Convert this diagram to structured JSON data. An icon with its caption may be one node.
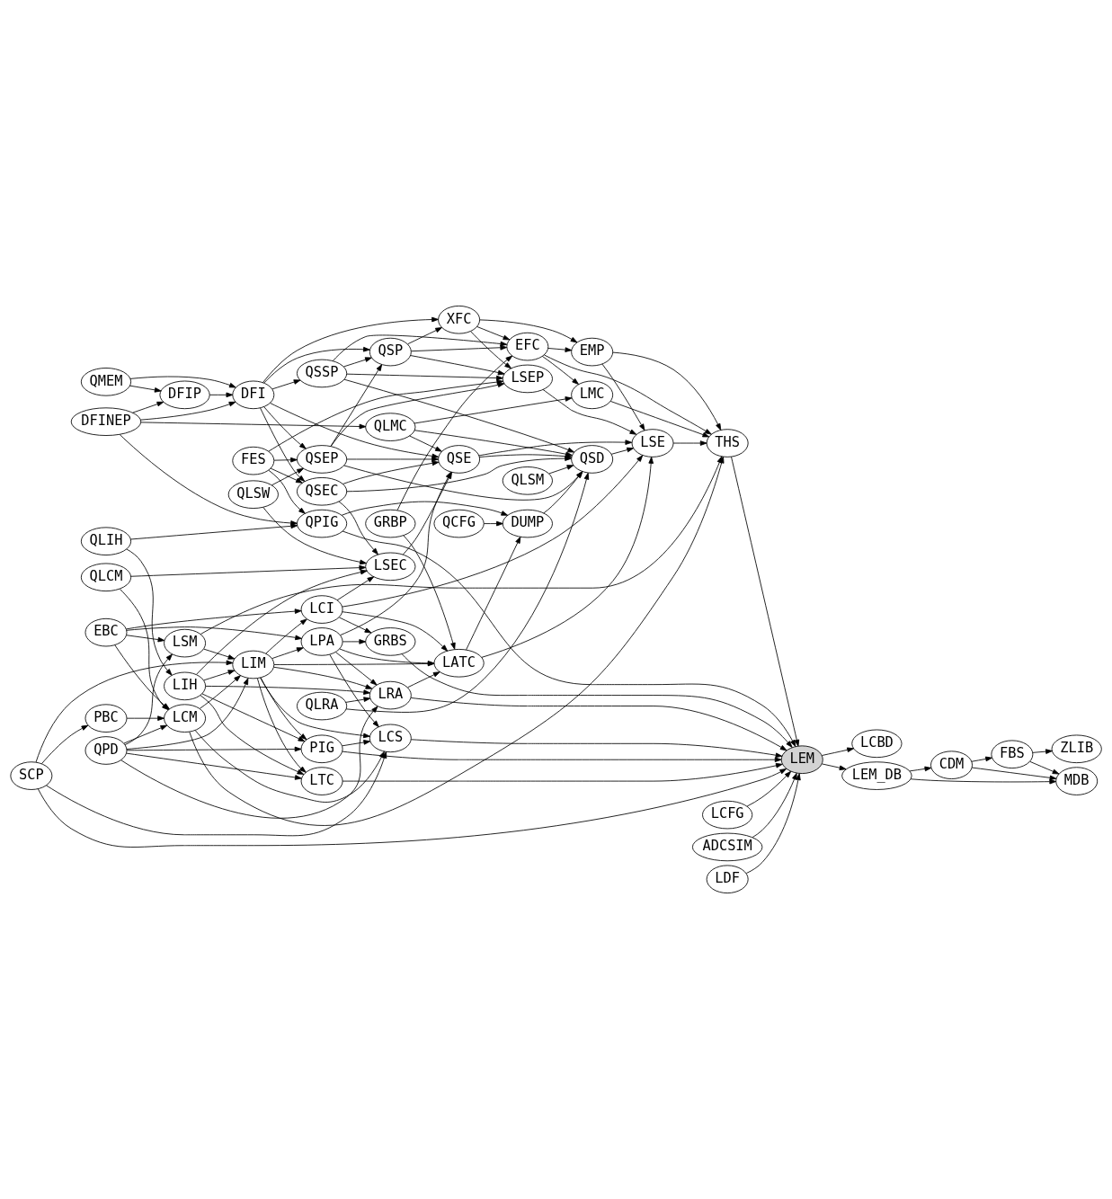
{
  "diagram": {
    "nodes": [
      {
        "text": [
          "SCP"
        ]
      },
      {
        "text": [
          "EBC"
        ]
      },
      {
        "text": [
          "PBC"
        ]
      },
      {
        "text": [
          "QPD"
        ]
      },
      {
        "text": [
          "QLCM"
        ]
      },
      {
        "text": [
          "QLIH"
        ]
      },
      {
        "text": [
          "LSM"
        ]
      },
      {
        "text": [
          "LCM"
        ]
      },
      {
        "text": [
          "LIH"
        ]
      },
      {
        "text": [
          "QLRA"
        ]
      },
      {
        "text": [
          "PIG"
        ]
      },
      {
        "text": [
          "LIM"
        ]
      },
      {
        "text": [
          "LTC"
        ]
      },
      {
        "text": [
          "LRA"
        ]
      },
      {
        "text": [
          "LPA"
        ]
      },
      {
        "text": [
          "LCI"
        ]
      },
      {
        "text": [
          "LCS"
        ]
      },
      {
        "text": [
          "LATC"
        ]
      },
      {
        "text": [
          "GRBS"
        ]
      },
      {
        "text": [
          "QLSM"
        ]
      },
      {
        "text": [
          "QCFG"
        ]
      },
      {
        "text": [
          "QPIG"
        ]
      },
      {
        "text": [
          "DUMP"
        ]
      },
      {
        "text": [
          "LCFG"
        ]
      },
      {
        "text": [
          "ADCSIM"
        ]
      },
      {
        "text": [
          "QSD"
        ]
      },
      {
        "text": [
          "LSE"
        ]
      },
      {
        "text": [
          "THS"
        ]
      },
      {
        "text": [
          "LDF"
        ]
      },
      {
        "text": [
          "LEM"
        ]
      },
      {
        "text": [
          "LCBD"
        ]
      },
      {
        "text": [
          "LEM_DB"
        ]
      },
      {
        "text": [
          "CDM"
        ]
      },
      {
        "text": [
          "FBS"
        ]
      },
      {
        "text": [
          "ZLIB"
        ]
      },
      {
        "text": [
          "MDB"
        ]
      },
      {
        "text": [
          "QLSW"
        ]
      },
      {
        "text": [
          "FES"
        ]
      },
      {
        "text": [
          "LSEC"
        ]
      },
      {
        "text": [
          "QSEC"
        ]
      },
      {
        "text": [
          "QSEP"
        ]
      },
      {
        "text": [
          "GRBP"
        ]
      },
      {
        "text": [
          "QSE"
        ]
      },
      {
        "text": [
          "LSEP"
        ]
      },
      {
        "text": [
          "DFINEP"
        ]
      },
      {
        "text": [
          "QMEM"
        ]
      },
      {
        "text": [
          "DFIP"
        ]
      },
      {
        "text": [
          "DFI"
        ]
      },
      {
        "text": [
          "QSSP"
        ]
      },
      {
        "text": [
          "QLMC"
        ]
      },
      {
        "text": [
          "QSP"
        ]
      },
      {
        "text": [
          "XFC"
        ]
      },
      {
        "text": [
          "EFC"
        ]
      },
      {
        "text": [
          "EMP"
        ]
      },
      {
        "text": [
          "LMC"
        ]
      }
    ],
    "edges": [
      {
        "from": 0,
        "to": 2,
        "arrow": "to"
      },
      {
        "from": 0,
        "to": 11,
        "arrow": "to"
      },
      {
        "from": 0,
        "to": 16,
        "arrow": "to"
      },
      {
        "from": 0,
        "to": 29,
        "arrow": "to"
      },
      {
        "from": 1,
        "to": 7,
        "arrow": "to"
      },
      {
        "from": 1,
        "to": 6,
        "arrow": "to"
      },
      {
        "from": 1,
        "to": 15,
        "arrow": "to"
      },
      {
        "from": 1,
        "to": 14,
        "arrow": "to"
      },
      {
        "from": 2,
        "to": 7,
        "arrow": "to"
      },
      {
        "from": 3,
        "to": 7,
        "arrow": "to"
      },
      {
        "from": 3,
        "to": 6,
        "arrow": "to"
      },
      {
        "from": 3,
        "to": 10,
        "arrow": "to"
      },
      {
        "from": 3,
        "to": 11,
        "arrow": "to"
      },
      {
        "from": 3,
        "to": 13,
        "arrow": "to"
      },
      {
        "from": 3,
        "to": 12,
        "arrow": "to"
      },
      {
        "from": 4,
        "to": 7,
        "arrow": "to"
      },
      {
        "from": 4,
        "to": 38,
        "arrow": "to"
      },
      {
        "from": 5,
        "to": 8,
        "arrow": "to"
      },
      {
        "from": 5,
        "to": 21,
        "arrow": "to"
      },
      {
        "from": 6,
        "to": 11,
        "arrow": "to"
      },
      {
        "from": 6,
        "to": 27,
        "arrow": "to"
      },
      {
        "from": 7,
        "to": 11,
        "arrow": "to"
      },
      {
        "from": 7,
        "to": 16,
        "arrow": "to"
      },
      {
        "from": 7,
        "to": 27,
        "arrow": "to"
      },
      {
        "from": 8,
        "to": 11,
        "arrow": "to"
      },
      {
        "from": 8,
        "to": 10,
        "arrow": "to"
      },
      {
        "from": 8,
        "to": 13,
        "arrow": "to"
      },
      {
        "from": 8,
        "to": 12,
        "arrow": "to"
      },
      {
        "from": 8,
        "to": 38,
        "arrow": "to"
      },
      {
        "from": 9,
        "to": 13,
        "arrow": "to"
      },
      {
        "from": 9,
        "to": 25,
        "arrow": "to"
      },
      {
        "from": 10,
        "to": 16,
        "arrow": "to"
      },
      {
        "from": 10,
        "to": 29,
        "arrow": "to"
      },
      {
        "from": 11,
        "to": 12,
        "arrow": "to"
      },
      {
        "from": 11,
        "to": 10,
        "arrow": "to"
      },
      {
        "from": 11,
        "to": 16,
        "arrow": "to"
      },
      {
        "from": 11,
        "to": 13,
        "arrow": "to"
      },
      {
        "from": 11,
        "to": 14,
        "arrow": "to"
      },
      {
        "from": 11,
        "to": 15,
        "arrow": "to"
      },
      {
        "from": 11,
        "to": 17,
        "arrow": "to"
      },
      {
        "from": 12,
        "to": 29,
        "arrow": "to"
      },
      {
        "from": 13,
        "to": 17,
        "arrow": "to"
      },
      {
        "from": 13,
        "to": 29,
        "arrow": "to"
      },
      {
        "from": 14,
        "to": 13,
        "arrow": "to"
      },
      {
        "from": 14,
        "to": 17,
        "arrow": "to"
      },
      {
        "from": 14,
        "to": 18,
        "arrow": "to"
      },
      {
        "from": 14,
        "to": 16,
        "arrow": "to"
      },
      {
        "from": 14,
        "to": 42,
        "arrow": "to"
      },
      {
        "from": 15,
        "to": 17,
        "arrow": "to"
      },
      {
        "from": 15,
        "to": 18,
        "arrow": "to"
      },
      {
        "from": 15,
        "to": 26,
        "arrow": "to"
      },
      {
        "from": 15,
        "to": 38,
        "arrow": "to"
      },
      {
        "from": 16,
        "to": 29,
        "arrow": "to"
      },
      {
        "from": 17,
        "to": 22,
        "arrow": "to"
      },
      {
        "from": 17,
        "to": 26,
        "arrow": "to"
      },
      {
        "from": 18,
        "to": 29,
        "arrow": "to"
      },
      {
        "from": 19,
        "to": 25,
        "arrow": "to"
      },
      {
        "from": 20,
        "to": 22,
        "arrow": "to"
      },
      {
        "from": 21,
        "to": 22,
        "arrow": "to"
      },
      {
        "from": 21,
        "to": 29,
        "arrow": "to"
      },
      {
        "from": 22,
        "to": 25,
        "arrow": "to"
      },
      {
        "from": 23,
        "to": 29,
        "arrow": "to"
      },
      {
        "from": 24,
        "to": 29,
        "arrow": "to"
      },
      {
        "from": 25,
        "to": 26,
        "arrow": "to"
      },
      {
        "from": 26,
        "to": 27,
        "arrow": "to"
      },
      {
        "from": 27,
        "to": 29,
        "arrow": "to"
      },
      {
        "from": 28,
        "to": 29,
        "arrow": "to"
      },
      {
        "from": 29,
        "to": 30,
        "arrow": "to"
      },
      {
        "from": 29,
        "to": 31,
        "arrow": "to"
      },
      {
        "from": 31,
        "to": 32,
        "arrow": "to"
      },
      {
        "from": 31,
        "to": 35,
        "arrow": "to"
      },
      {
        "from": 32,
        "to": 33,
        "arrow": "to"
      },
      {
        "from": 32,
        "to": 35,
        "arrow": "to"
      },
      {
        "from": 33,
        "to": 34,
        "arrow": "to"
      },
      {
        "from": 33,
        "to": 35,
        "arrow": "to"
      },
      {
        "from": 36,
        "to": 38,
        "arrow": "to"
      },
      {
        "from": 36,
        "to": 40,
        "arrow": "to"
      },
      {
        "from": 37,
        "to": 39,
        "arrow": "to"
      },
      {
        "from": 37,
        "to": 40,
        "arrow": "to"
      },
      {
        "from": 37,
        "to": 21,
        "arrow": "to"
      },
      {
        "from": 37,
        "to": 43,
        "arrow": "to"
      },
      {
        "from": 39,
        "to": 38,
        "arrow": "to"
      },
      {
        "from": 39,
        "to": 42,
        "arrow": "to"
      },
      {
        "from": 39,
        "to": 25,
        "arrow": "to"
      },
      {
        "from": 40,
        "to": 42,
        "arrow": "to"
      },
      {
        "from": 40,
        "to": 25,
        "arrow": "to"
      },
      {
        "from": 40,
        "to": 50,
        "arrow": "to"
      },
      {
        "from": 40,
        "to": 43,
        "arrow": "to"
      },
      {
        "from": 41,
        "to": 52,
        "arrow": "to"
      },
      {
        "from": 41,
        "to": 17,
        "arrow": "to"
      },
      {
        "from": 38,
        "to": 42,
        "arrow": "to"
      },
      {
        "from": 42,
        "to": 25,
        "arrow": "to"
      },
      {
        "from": 42,
        "to": 26,
        "arrow": "to"
      },
      {
        "from": 43,
        "to": 26,
        "arrow": "to"
      },
      {
        "from": 44,
        "to": 46,
        "arrow": "to"
      },
      {
        "from": 44,
        "to": 47,
        "arrow": "to"
      },
      {
        "from": 44,
        "to": 49,
        "arrow": "to"
      },
      {
        "from": 44,
        "to": 21,
        "arrow": "to"
      },
      {
        "from": 45,
        "to": 46,
        "arrow": "to"
      },
      {
        "from": 45,
        "to": 47,
        "arrow": "to"
      },
      {
        "from": 46,
        "to": 47,
        "arrow": "to"
      },
      {
        "from": 47,
        "to": 48,
        "arrow": "to"
      },
      {
        "from": 47,
        "to": 40,
        "arrow": "to"
      },
      {
        "from": 47,
        "to": 39,
        "arrow": "to"
      },
      {
        "from": 47,
        "to": 42,
        "arrow": "to"
      },
      {
        "from": 47,
        "to": 50,
        "arrow": "to"
      },
      {
        "from": 47,
        "to": 51,
        "arrow": "to"
      },
      {
        "from": 48,
        "to": 50,
        "arrow": "to"
      },
      {
        "from": 48,
        "to": 43,
        "arrow": "to"
      },
      {
        "from": 48,
        "to": 52,
        "arrow": "to"
      },
      {
        "from": 48,
        "to": 25,
        "arrow": "to"
      },
      {
        "from": 49,
        "to": 42,
        "arrow": "to"
      },
      {
        "from": 49,
        "to": 54,
        "arrow": "to"
      },
      {
        "from": 49,
        "to": 25,
        "arrow": "to"
      },
      {
        "from": 50,
        "to": 51,
        "arrow": "to"
      },
      {
        "from": 50,
        "to": 43,
        "arrow": "to"
      },
      {
        "from": 50,
        "to": 52,
        "arrow": "to"
      },
      {
        "from": 51,
        "to": 52,
        "arrow": "to"
      },
      {
        "from": 51,
        "to": 43,
        "arrow": "to"
      },
      {
        "from": 51,
        "to": 53,
        "arrow": "to"
      },
      {
        "from": 52,
        "to": 53,
        "arrow": "to"
      },
      {
        "from": 52,
        "to": 54,
        "arrow": "to"
      },
      {
        "from": 52,
        "to": 27,
        "arrow": "to"
      },
      {
        "from": 53,
        "to": 26,
        "arrow": "to"
      },
      {
        "from": 53,
        "to": 27,
        "arrow": "to"
      },
      {
        "from": 54,
        "to": 27,
        "arrow": "to"
      }
    ]
  }
}
